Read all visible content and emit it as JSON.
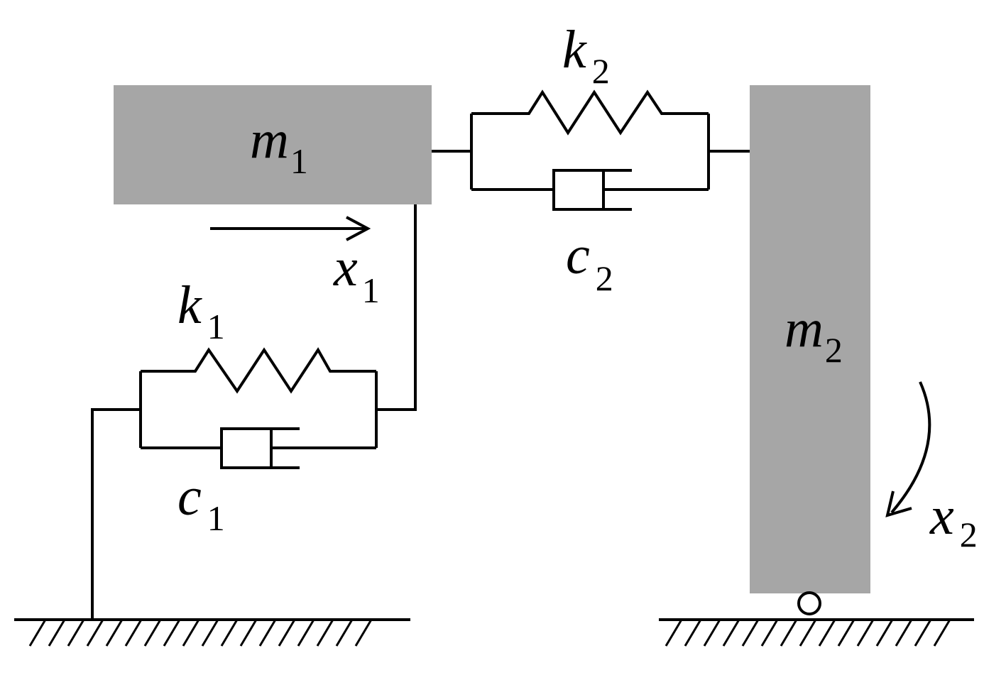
{
  "colors": {
    "mass_fill": "#a6a6a6",
    "line": "#000000",
    "background": "#ffffff"
  },
  "labels": {
    "m1": {
      "main": "m",
      "sub": "1"
    },
    "m2": {
      "main": "m",
      "sub": "2"
    },
    "k1": {
      "main": "k",
      "sub": "1"
    },
    "k2": {
      "main": "k",
      "sub": "2"
    },
    "c1": {
      "main": "c",
      "sub": "1"
    },
    "c2": {
      "main": "c",
      "sub": "2"
    },
    "x1": {
      "main": "x",
      "sub": "1"
    },
    "x2": {
      "main": "x",
      "sub": "2"
    }
  }
}
